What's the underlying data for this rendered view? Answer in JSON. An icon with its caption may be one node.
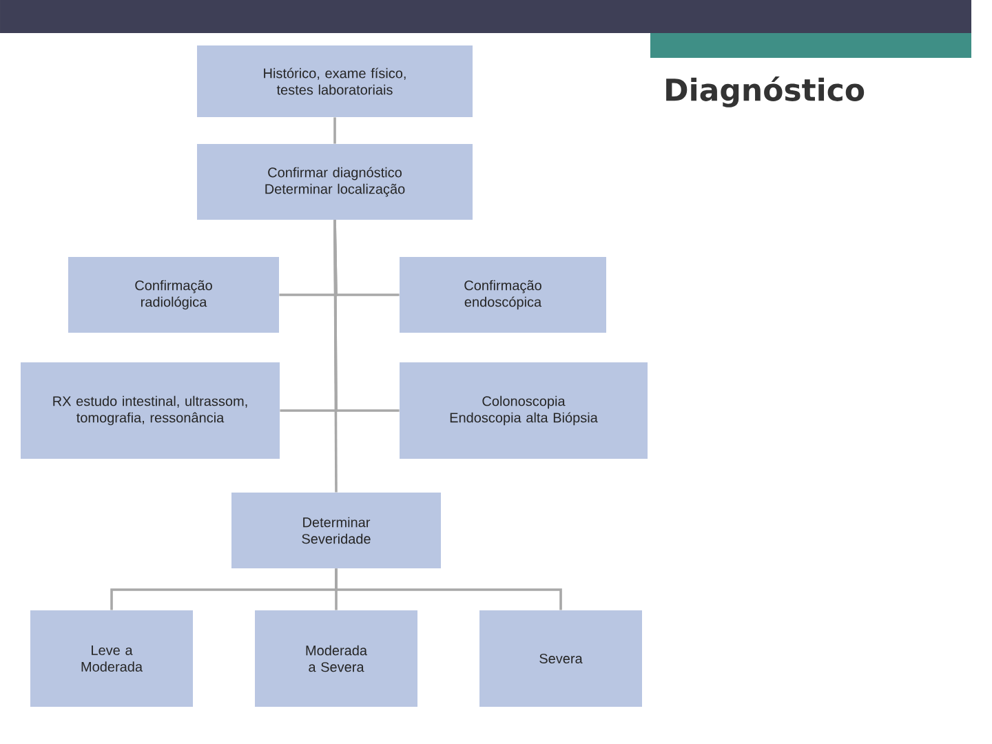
{
  "diagram": {
    "title": "Diagnóstico",
    "nodes": [
      {
        "text": [
          "Histórico, exame físico, testes laboratoriais"
        ]
      },
      {
        "text": [
          "Confirmar diagnóstico Determinar localização"
        ]
      },
      {
        "text": [
          "Confirmação radiológica"
        ]
      },
      {
        "text": [
          "Confirmação endoscópica"
        ]
      },
      {
        "text": [
          "RX estudo intestinal, ultrassom, tomografia, ressonância"
        ]
      },
      {
        "text": [
          "Colonoscopia Endoscopia alta Biópsia"
        ]
      },
      {
        "text": [
          "Determinar Severidade"
        ]
      },
      {
        "text": [
          "Leve a Moderada"
        ]
      },
      {
        "text": [
          "Moderada a Severa"
        ]
      },
      {
        "text": [
          "Severa"
        ]
      }
    ],
    "edges": [
      {
        "from": 0,
        "to": 1,
        "arrow": "none"
      },
      {
        "from": 1,
        "to": 2,
        "arrow": "none"
      },
      {
        "from": 1,
        "to": 3,
        "arrow": "none"
      },
      {
        "from": 1,
        "to": 4,
        "arrow": "none"
      },
      {
        "from": 1,
        "to": 5,
        "arrow": "none"
      },
      {
        "from": 1,
        "to": 6,
        "arrow": "none"
      },
      {
        "from": 6,
        "to": 7,
        "arrow": "none"
      },
      {
        "from": 6,
        "to": 8,
        "arrow": "none"
      },
      {
        "from": 6,
        "to": 9,
        "arrow": "none"
      }
    ]
  }
}
